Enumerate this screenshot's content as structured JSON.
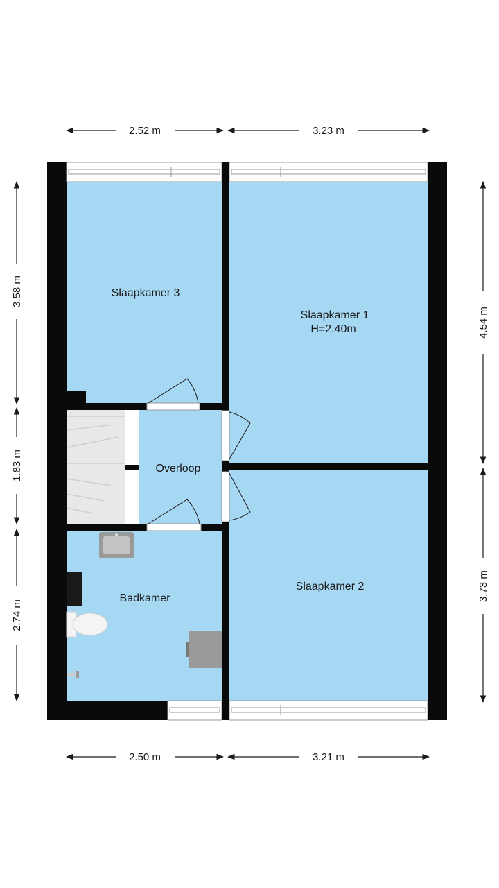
{
  "colors": {
    "room_fill": "#a6d8f4",
    "wall": "#0a0a0a",
    "window_frame": "#9a9a9a",
    "fixture": "#9a9a9a",
    "stair": "#e6e6e6"
  },
  "rooms": {
    "slaapkamer3": {
      "name": "Slaapkamer 3"
    },
    "slaapkamer1": {
      "name": "Slaapkamer 1",
      "height": "H=2.40m"
    },
    "overloop": {
      "name": "Overloop"
    },
    "badkamer": {
      "name": "Badkamer"
    },
    "slaapkamer2": {
      "name": "Slaapkamer 2"
    }
  },
  "dimensions": {
    "top_left": "2.52 m",
    "top_right": "3.23 m",
    "bottom_left": "2.50 m",
    "bottom_right": "3.21 m",
    "left_top": "3.58 m",
    "left_middle": "1.83 m",
    "left_bottom": "2.74 m",
    "right_top": "4.54 m",
    "right_bottom": "3.73 m"
  }
}
